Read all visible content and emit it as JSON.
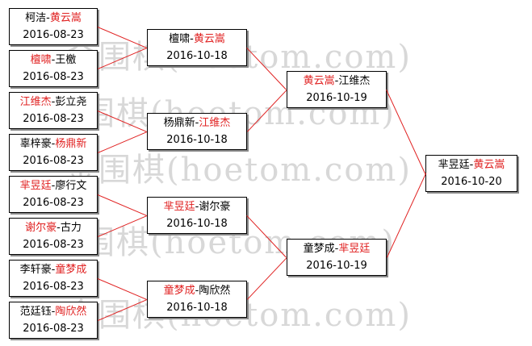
{
  "watermark": "金围棋(hoetom.com)",
  "colors": {
    "winner": "#e02020",
    "connector": "#e02020",
    "border": "#000000"
  },
  "rounds": [
    {
      "name": "round-1",
      "matches": [
        {
          "p1": "柯洁",
          "p2": "黄云嵩",
          "winner": 2,
          "date": "2016-08-23"
        },
        {
          "p1": "檀啸",
          "p2": "王檄",
          "winner": 1,
          "date": "2016-08-23"
        },
        {
          "p1": "江维杰",
          "p2": "彭立尧",
          "winner": 1,
          "date": "2016-08-23"
        },
        {
          "p1": "辜梓豪",
          "p2": "杨鼎新",
          "winner": 2,
          "date": "2016-08-23"
        },
        {
          "p1": "芈昱廷",
          "p2": "廖行文",
          "winner": 1,
          "date": "2016-08-23"
        },
        {
          "p1": "谢尔豪",
          "p2": "古力",
          "winner": 1,
          "date": "2016-08-23"
        },
        {
          "p1": "李轩豪",
          "p2": "童梦成",
          "winner": 2,
          "date": "2016-08-23"
        },
        {
          "p1": "范廷钰",
          "p2": "陶欣然",
          "winner": 2,
          "date": "2016-08-23"
        }
      ]
    },
    {
      "name": "round-2",
      "matches": [
        {
          "p1": "檀啸",
          "p2": "黄云嵩",
          "winner": 2,
          "date": "2016-10-18"
        },
        {
          "p1": "杨鼎新",
          "p2": "江维杰",
          "winner": 2,
          "date": "2016-10-18"
        },
        {
          "p1": "芈昱廷",
          "p2": "谢尔豪",
          "winner": 1,
          "date": "2016-10-18"
        },
        {
          "p1": "童梦成",
          "p2": "陶欣然",
          "winner": 1,
          "date": "2016-10-18"
        }
      ]
    },
    {
      "name": "round-3",
      "matches": [
        {
          "p1": "黄云嵩",
          "p2": "江维杰",
          "winner": 1,
          "date": "2016-10-19"
        },
        {
          "p1": "童梦成",
          "p2": "芈昱廷",
          "winner": 2,
          "date": "2016-10-19"
        }
      ]
    },
    {
      "name": "final",
      "matches": [
        {
          "p1": "芈昱廷",
          "p2": "黄云嵩",
          "winner": 2,
          "date": "2016-10-20"
        }
      ]
    }
  ]
}
